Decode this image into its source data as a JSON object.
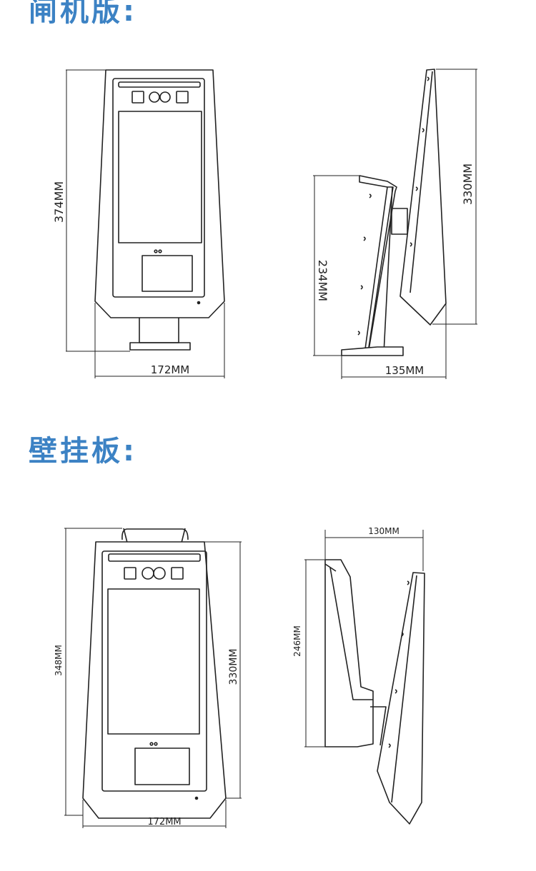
{
  "sections": {
    "gate": {
      "title": "闸机版:"
    },
    "wall": {
      "title": "壁挂板:"
    }
  },
  "dimensions": {
    "gate_front_height": "374MM",
    "gate_front_width": "172MM",
    "gate_side_height": "234MM",
    "gate_side_panel_height": "330MM",
    "gate_side_depth": "135MM",
    "wall_front_total_height": "348MM",
    "wall_front_panel_height": "330MM",
    "wall_front_width": "172MM",
    "wall_side_depth": "130MM",
    "wall_side_bracket_height": "246MM"
  },
  "colors": {
    "heading": "#3c82c4",
    "line": "#222222"
  }
}
